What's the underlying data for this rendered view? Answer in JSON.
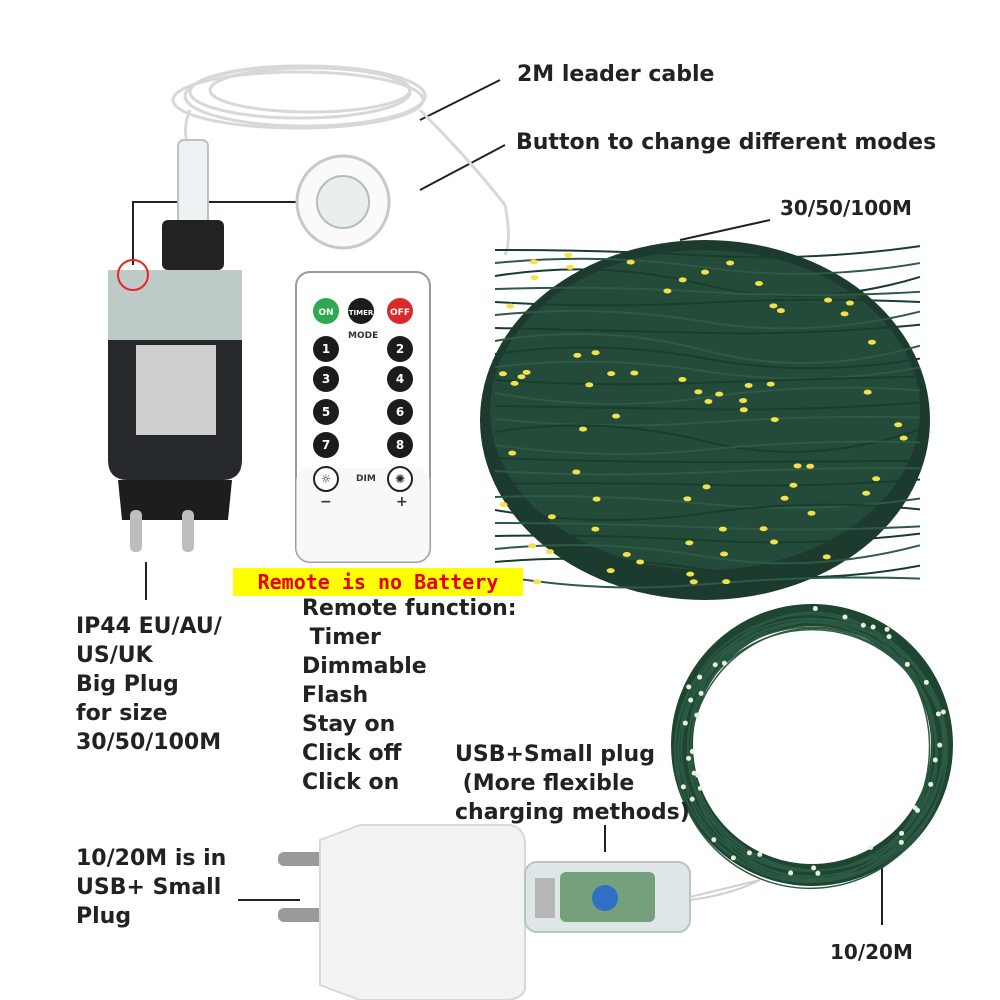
{
  "labels": {
    "leader_cable": "2M leader cable",
    "button_modes": "Button to change different modes",
    "length_big": "30/50/100M",
    "length_small": "10/20M",
    "plug_info": [
      "IP44 EU/AU/",
      "US/UK",
      "Big Plug",
      "for size",
      "30/50/100M"
    ],
    "remote_functions_title": "Remote function:",
    "remote_functions": [
      " Timer",
      "Dimmable",
      "Flash",
      "Stay on",
      "Click off",
      "Click on"
    ],
    "usb_info": [
      "USB+Small plug",
      " (More flexible",
      "charging methods)"
    ],
    "small_plug_info": [
      "10/20M is in",
      "USB+ Small",
      "Plug"
    ]
  },
  "banner": "Remote is no Battery",
  "remote": {
    "on": "ON",
    "timer": "TIMER",
    "off": "OFF",
    "mode": "MODE",
    "dim": "DIM",
    "minus": "−",
    "plus": "+",
    "buttons": [
      "1",
      "2",
      "3",
      "4",
      "5",
      "6",
      "7",
      "8"
    ]
  },
  "colors": {
    "banner_bg": "#ffff00",
    "banner_text": "#e60000",
    "wire_green": "#1f4a36",
    "led_yellow": "#f2e14a"
  }
}
